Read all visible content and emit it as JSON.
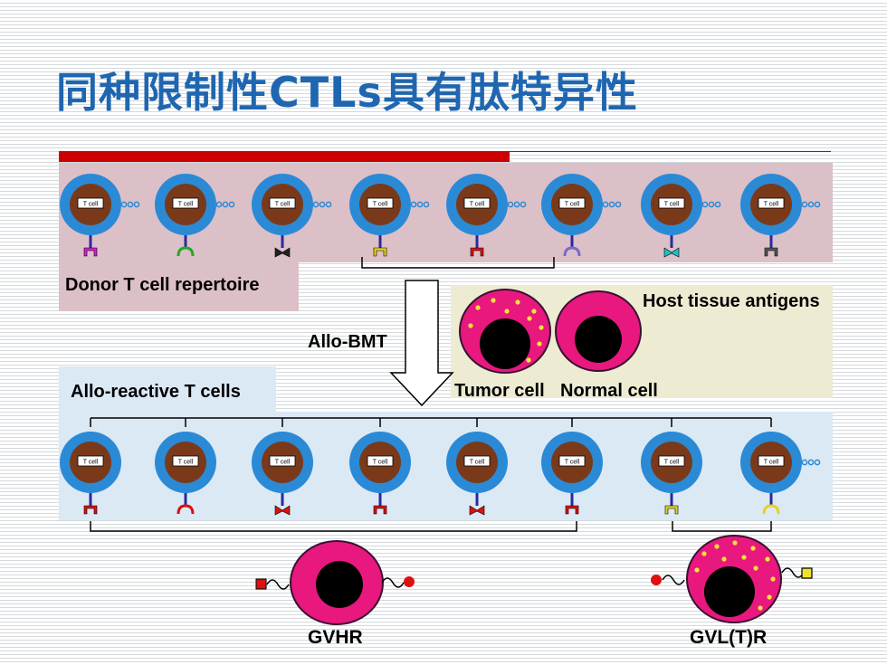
{
  "slide": {
    "title": "同种限制性CTLs具有肽特异性"
  },
  "diagram": {
    "donor_label": "Donor T cell repertoire",
    "host_label": "Host tissue antigens",
    "arrow_label": "Allo-BMT",
    "allo_label": "Allo-reactive T cells",
    "tumor_label": "Tumor cell",
    "normal_label": "Normal cell",
    "gvhr_label": "GVHR",
    "gvltr_label": "GVL(T)R",
    "tcell_text": "T cell",
    "colors": {
      "donor_bg": "#dcc0c8",
      "host_bg": "#eeebd3",
      "allo_bg": "#dbe9f4",
      "tcell_outer": "#2b8ad6",
      "tcell_inner": "#7a3a1a",
      "target_pink": "#e8187f",
      "accent_title": "#1f66b0",
      "bar_red": "#cc0000"
    },
    "donor_receptors": [
      {
        "shape": "cup",
        "color": "#d020d0"
      },
      {
        "shape": "arc",
        "color": "#22aa22"
      },
      {
        "shape": "bow",
        "color": "#222222"
      },
      {
        "shape": "cup",
        "color": "#e8d020"
      },
      {
        "shape": "cup",
        "color": "#dd1111"
      },
      {
        "shape": "arc",
        "color": "#7a6ad0"
      },
      {
        "shape": "bow",
        "color": "#22c0c0"
      },
      {
        "shape": "cup",
        "color": "#555555"
      }
    ],
    "allo_receptors": [
      {
        "shape": "cup",
        "color": "#dd1111"
      },
      {
        "shape": "arc",
        "color": "#dd1111"
      },
      {
        "shape": "bow",
        "color": "#dd1111"
      },
      {
        "shape": "cup",
        "color": "#dd1111"
      },
      {
        "shape": "bow",
        "color": "#dd1111"
      },
      {
        "shape": "cup",
        "color": "#dd1111"
      },
      {
        "shape": "cup",
        "color": "#e8d020"
      },
      {
        "shape": "arc",
        "color": "#e8d020"
      }
    ]
  }
}
